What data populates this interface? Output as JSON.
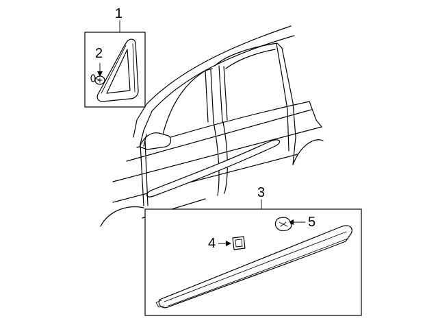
{
  "callouts": {
    "c1": "1",
    "c2": "2",
    "c3": "3",
    "c4": "4",
    "c5": "5"
  },
  "colors": {
    "line": "#000000",
    "background": "#ffffff"
  }
}
